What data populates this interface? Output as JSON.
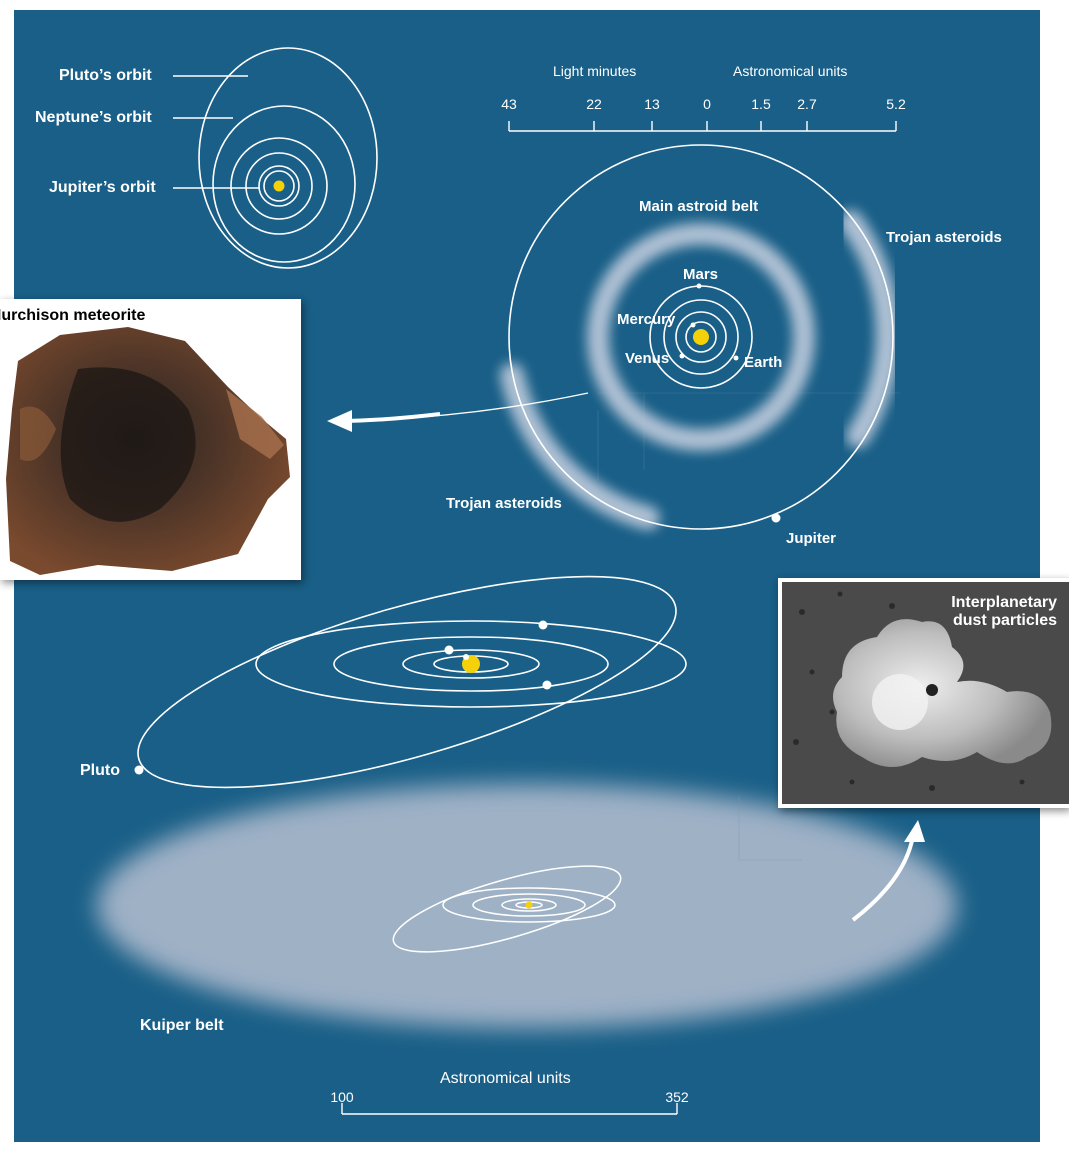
{
  "labels": {
    "pluto_orbit": "Pluto’s orbit",
    "neptune_orbit": "Neptune’s orbit",
    "jupiter_orbit": "Jupiter’s orbit",
    "main_belt": "Main astroid belt",
    "trojan_right": "Trojan asteroids",
    "trojan_left": "Trojan asteroids",
    "mars": "Mars",
    "mercury": "Mercury",
    "venus": "Venus",
    "earth": "Earth",
    "jupiter": "Jupiter",
    "pluto": "Pluto",
    "kuiper": "Kuiper belt"
  },
  "scale_top": {
    "left_title": "Light minutes",
    "right_title": "Astronomical units",
    "ticks": [
      "43",
      "22",
      "13",
      "0",
      "1.5",
      "2.7",
      "5.2"
    ]
  },
  "scale_bottom": {
    "title": "Astronomical units",
    "min": "100",
    "max": "352"
  },
  "photos": {
    "meteorite_title": "Murchison meteorite",
    "dust_title_line1": "Interplanetary",
    "dust_title_line2": "dust particles"
  },
  "colors": {
    "background": "#195f87",
    "sun": "#f5d10a",
    "kuiper": "#a3b4c8",
    "belt": "#b7c6d8"
  }
}
